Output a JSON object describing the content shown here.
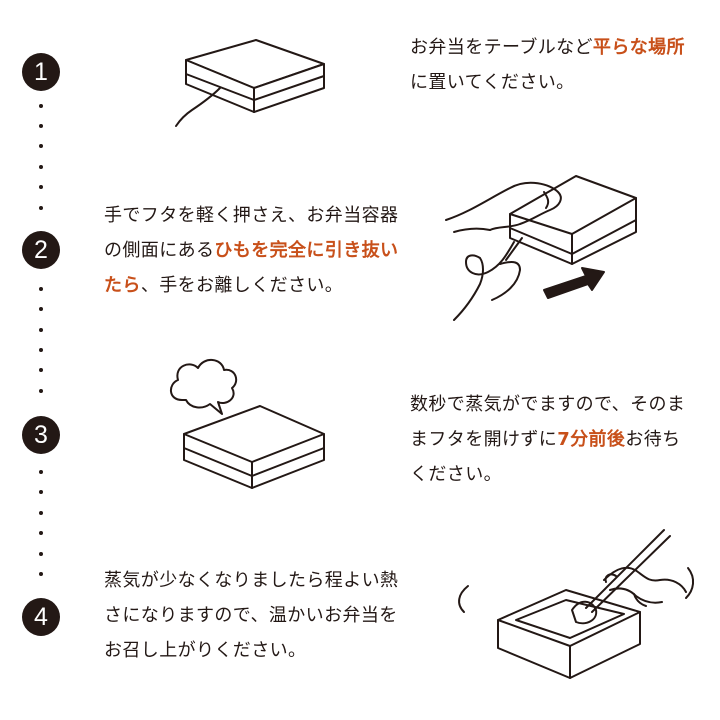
{
  "steps": [
    {
      "number": "1",
      "text": [
        {
          "t": "お弁当をテーブルなど",
          "hl": false
        },
        {
          "t": "平らな場所",
          "hl": true
        },
        {
          "t": "に置いてください。",
          "hl": false
        }
      ]
    },
    {
      "number": "2",
      "text": [
        {
          "t": "手でフタを軽く押さえ、お弁当容器の側面にある",
          "hl": false
        },
        {
          "t": "ひもを完全に引き抜いたら",
          "hl": true
        },
        {
          "t": "、手をお離しください。",
          "hl": false
        }
      ]
    },
    {
      "number": "3",
      "text": [
        {
          "t": "数秒で蒸気がでますので、そのままフタを開けずに",
          "hl": false
        },
        {
          "t": "7分前後",
          "hl": true
        },
        {
          "t": "お待ちください。",
          "hl": false
        }
      ]
    },
    {
      "number": "4",
      "text": [
        {
          "t": "蒸気が少なくなりましたら程よい熱さになりますので、温かいお弁当をお召し上がりください。",
          "hl": false
        }
      ]
    }
  ],
  "colors": {
    "highlight": "#c8501a",
    "ink": "#231815"
  },
  "icons": [
    "bento-box-string-icon",
    "hand-pull-string-icon",
    "steam-cloud-box-icon",
    "chopsticks-open-box-icon"
  ]
}
